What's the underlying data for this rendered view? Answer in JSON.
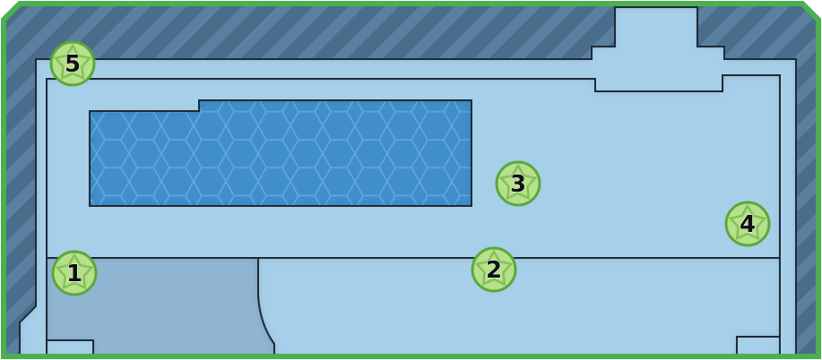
{
  "colors": {
    "border": "#4caf50",
    "wall": "#4a6d8c",
    "wall_stripe": "#5b7f9f",
    "floor": "#a6cfea",
    "floor_dark": "#8fb5d2",
    "water": "#3f8fcb",
    "water_hex": "#63a8dc",
    "outline": "#1e2a36",
    "marker_fill": "#b7e08a",
    "marker_star": "#84c25a",
    "marker_ring": "#5aa83c",
    "marker_text": "#111111"
  },
  "markers": [
    {
      "id": "1",
      "label": "1"
    },
    {
      "id": "2",
      "label": "2"
    },
    {
      "id": "3",
      "label": "3"
    },
    {
      "id": "4",
      "label": "4"
    },
    {
      "id": "5",
      "label": "5"
    }
  ]
}
